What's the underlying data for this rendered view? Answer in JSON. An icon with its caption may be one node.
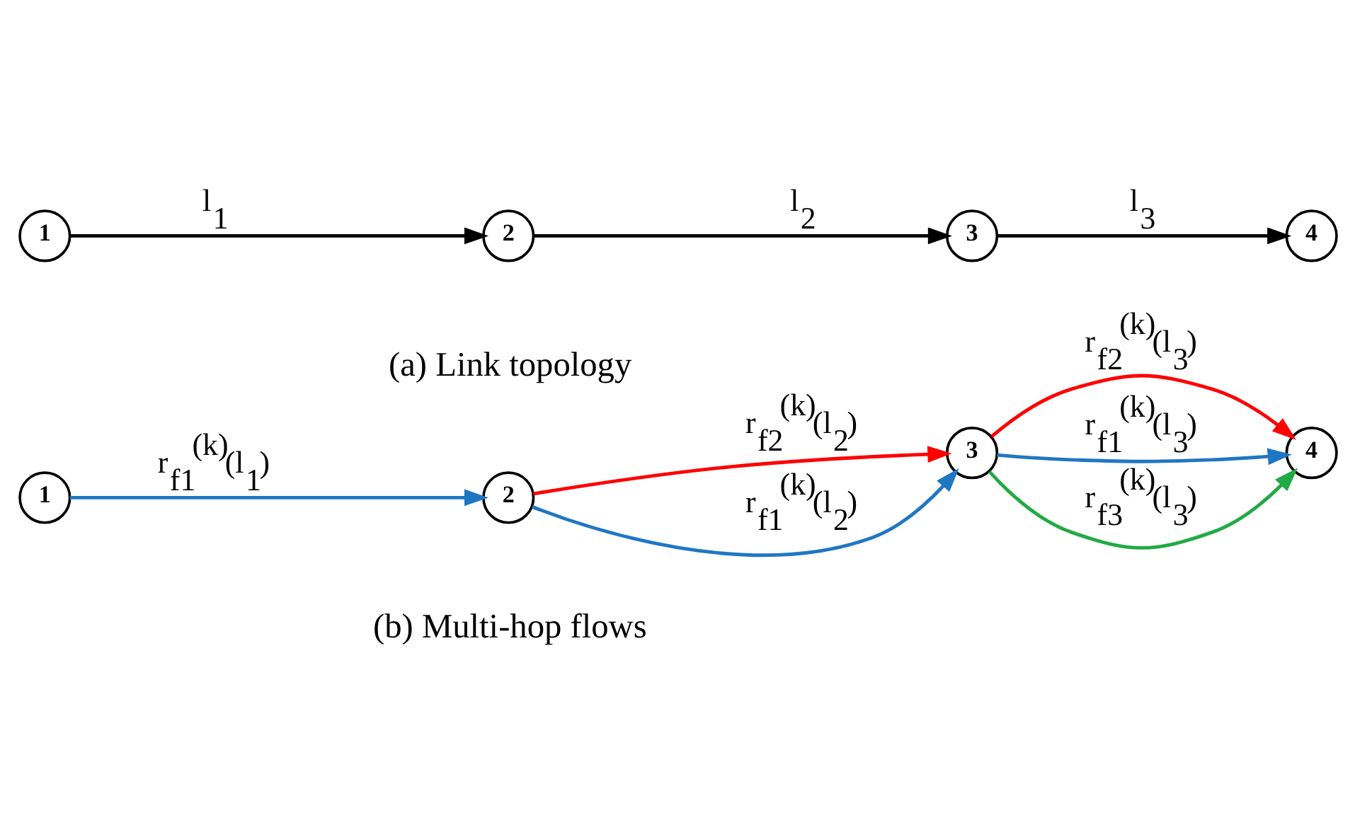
{
  "diagram": {
    "nodes": [
      {
        "text": [
          "1"
        ]
      },
      {
        "text": [
          "2"
        ]
      },
      {
        "text": [
          "3"
        ]
      },
      {
        "text": [
          "4"
        ]
      },
      {
        "text": [
          "1"
        ]
      },
      {
        "text": [
          "2"
        ]
      },
      {
        "text": [
          "3"
        ]
      },
      {
        "text": [
          "4"
        ]
      }
    ],
    "edges": [
      {
        "from": 0,
        "to": 1,
        "arrow": "to",
        "label": "l$_{1}$",
        "color": "#000000"
      },
      {
        "from": 1,
        "to": 2,
        "arrow": "to",
        "label": "l$_{2}$",
        "color": "#000000"
      },
      {
        "from": 2,
        "to": 3,
        "arrow": "to",
        "label": "l$_{3}$",
        "color": "#000000"
      },
      {
        "from": 4,
        "to": 5,
        "arrow": "to",
        "label": "r$_{f1}$$^{(k)}$(l$_{1}$)",
        "color": "#1f77c4"
      },
      {
        "from": 5,
        "to": 6,
        "arrow": "to",
        "label": "r$_{f2}$$^{(k)}$(l$_{2}$)",
        "color": "#ff0000"
      },
      {
        "from": 5,
        "to": 6,
        "arrow": "to",
        "label": "r$_{f1}$$^{(k)}$(l$_{2}$)",
        "color": "#1f77c4"
      },
      {
        "from": 6,
        "to": 7,
        "arrow": "to",
        "label": "r$_{f2}$$^{(k)}$(l$_{3}$)",
        "color": "#ff0000"
      },
      {
        "from": 6,
        "to": 7,
        "arrow": "to",
        "label": "r$_{f1}$$^{(k)}$(l$_{3}$)",
        "color": "#1f77c4"
      },
      {
        "from": 6,
        "to": 7,
        "arrow": "to",
        "label": "r$_{f3}$$^{(k)}$(l$_{3}$)",
        "color": "#22aa44"
      }
    ],
    "labels": [
      "(a) Link topology",
      "(b) Multi-hop flows"
    ]
  }
}
